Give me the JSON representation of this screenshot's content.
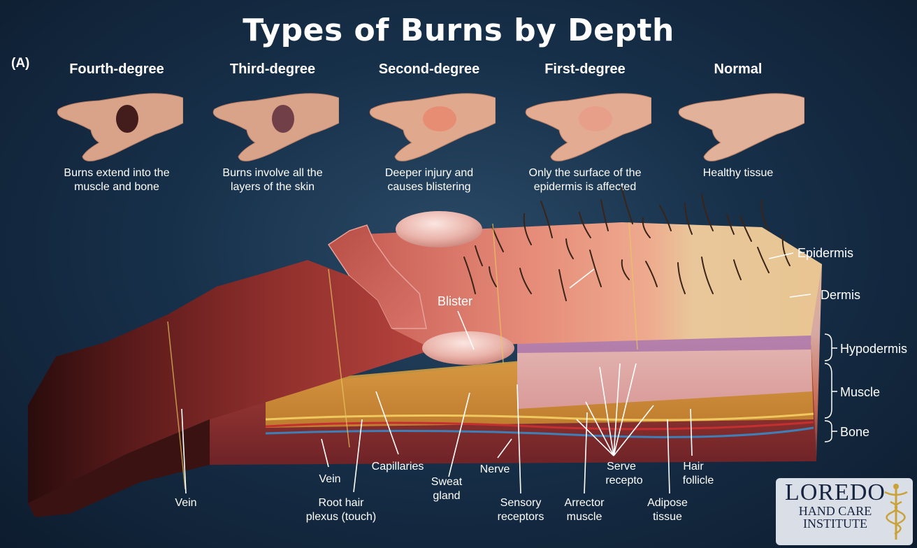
{
  "title": "Types of Burns by Depth",
  "panel_label": "(A)",
  "stages": [
    {
      "name": "Fourth-degree",
      "description_line1": "Burns extend into the",
      "description_line2": "muscle and bone",
      "skin_color": "#d9a389",
      "wound_color": "#3a1616"
    },
    {
      "name": "Third-degree",
      "description_line1": "Burns involve all the",
      "description_line2": "layers of the skin",
      "skin_color": "#d9a389",
      "wound_color": "#6a3a44"
    },
    {
      "name": "Second-degree",
      "description_line1": "Deeper injury and",
      "description_line2": "causes blistering",
      "skin_color": "#e0a98d",
      "wound_color": "#e9826a"
    },
    {
      "name": "First-degree",
      "description_line1": "Only the surface of the",
      "description_line2": "epidermis is affected",
      "skin_color": "#e3ab92",
      "wound_color": "#e99a86"
    },
    {
      "name": "Normal",
      "description_line1": "Healthy tissue",
      "description_line2": "",
      "skin_color": "#e2b199",
      "wound_color": ""
    }
  ],
  "layer_labels": {
    "epidermis": "Epidermis",
    "dermis": "Dermis",
    "hypodermis": "Hypodermis",
    "muscle": "Muscle",
    "bone": "Bone"
  },
  "structure_labels": {
    "blister": "Blister",
    "vein_left": "Vein",
    "vein_mid": "Vein",
    "root_hair_line1": "Root hair",
    "root_hair_line2": "plexus (touch)",
    "capillaries": "Capillaries",
    "sweat_line1": "Sweat",
    "sweat_line2": "gland",
    "nerve": "Nerve",
    "sensory_line1": "Sensory",
    "sensory_line2": "receptors",
    "arrector_line1": "Arrector",
    "arrector_line2": "muscle",
    "serve_line1": "Serve",
    "serve_line2": "recepto",
    "adipose_line1": "Adipose",
    "adipose_line2": "tissue",
    "hair_line1": "Hair",
    "hair_line2": "follicle"
  },
  "logo": {
    "main": "LOREDO",
    "sub1": "HAND CARE",
    "sub2": "INSTITUTE"
  },
  "colors": {
    "background": "#17304a",
    "charred": "#3a1212",
    "burned_red": "#b8443e",
    "pink_skin": "#e58a78",
    "normal_skin": "#e9c79a",
    "logo_text": "#16243f",
    "logo_gold": "#c9a23a"
  }
}
